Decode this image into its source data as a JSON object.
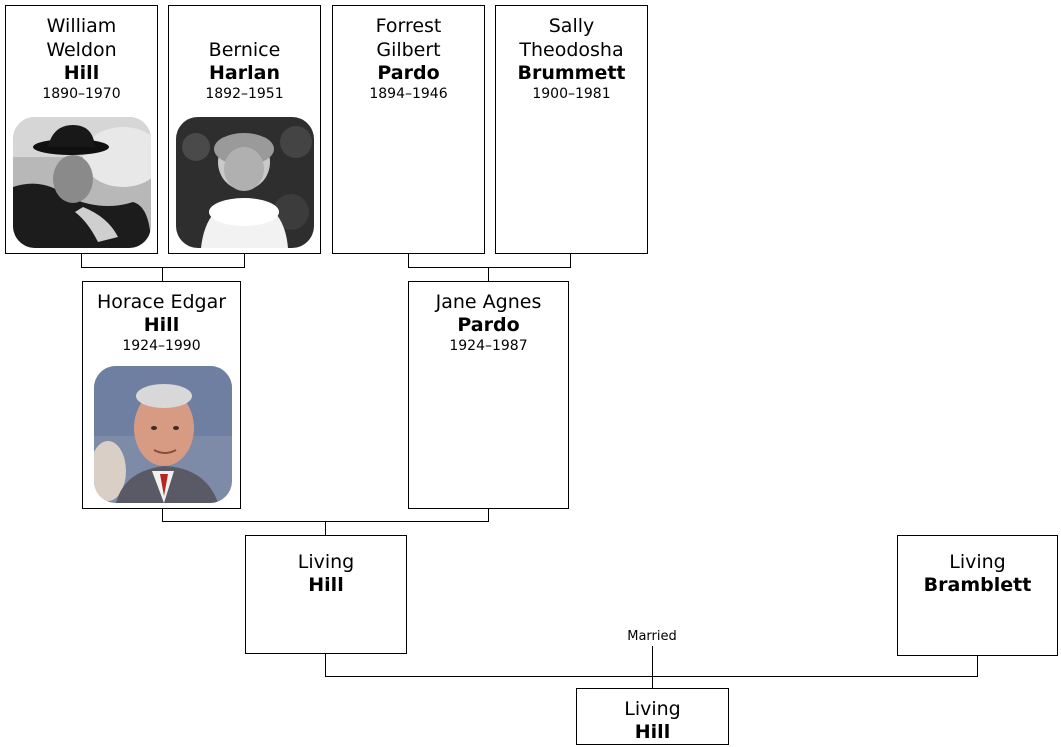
{
  "great_grandparents": [
    {
      "given": "William\nWeldon",
      "surname": "Hill",
      "dates": "1890–1970",
      "photo": "photo-old-man-hat"
    },
    {
      "given": "Bernice",
      "surname": "Harlan",
      "dates": "1892–1951",
      "photo": "photo-old-woman"
    },
    {
      "given": "Forrest\nGilbert",
      "surname": "Pardo",
      "dates": "1894–1946"
    },
    {
      "given": "Sally\nTheodosha",
      "surname": "Brummett",
      "dates": "1900–1981"
    }
  ],
  "grandparents": [
    {
      "given": "Horace Edgar",
      "surname": "Hill",
      "dates": "1924–1990",
      "photo": "photo-old-man-suit"
    },
    {
      "given": "Jane Agnes",
      "surname": "Pardo",
      "dates": "1924–1987"
    }
  ],
  "parents": [
    {
      "given": "Living",
      "surname": "Hill"
    },
    {
      "given": "Living",
      "surname": "Bramblett"
    }
  ],
  "marriage_label": "Married",
  "child": {
    "given": "Living",
    "surname": "Hill"
  }
}
